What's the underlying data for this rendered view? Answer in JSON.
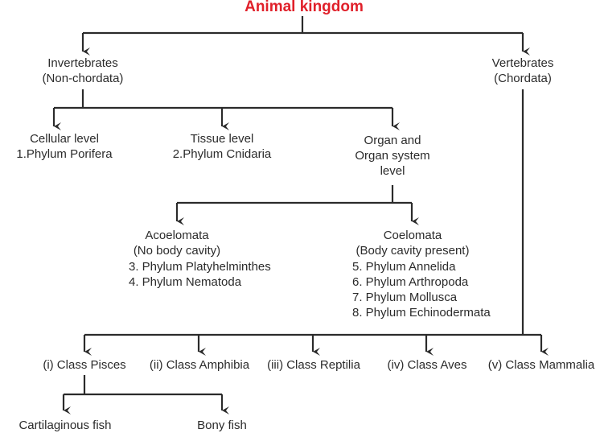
{
  "title": "Animal kingdom",
  "invertebrates": {
    "line1": "Invertebrates",
    "line2": "(Non-chordata)"
  },
  "vertebrates": {
    "line1": "Vertebrates",
    "line2": "(Chordata)"
  },
  "cellular": {
    "line1": "Cellular level",
    "line2": "1.Phylum Porifera"
  },
  "tissue": {
    "line1": "Tissue level",
    "line2": "2.Phylum Cnidaria"
  },
  "organ": {
    "line1": "Organ and",
    "line2": "Organ system",
    "line3": "level"
  },
  "acoelomata": {
    "line1": "Acoelomata",
    "line2": "(No body cavity)",
    "items": [
      "3. Phylum Platyhelminthes",
      "4. Phylum Nematoda"
    ]
  },
  "coelomata": {
    "line1": "Coelomata",
    "line2": "(Body cavity present)",
    "items": [
      "5. Phylum Annelida",
      "6. Phylum Arthropoda",
      "7. Phylum Mollusca",
      "8. Phylum Echinodermata"
    ]
  },
  "classes": [
    "(i) Class Pisces",
    "(ii) Class Amphibia",
    "(iii) Class Reptilia",
    "(iv) Class Aves",
    "(v) Class Mammalia"
  ],
  "fish": {
    "cartilaginous": "Cartilaginous fish",
    "bony": "Bony fish"
  },
  "colors": {
    "title": "#e0202a",
    "lines": "#2b2b2b"
  }
}
